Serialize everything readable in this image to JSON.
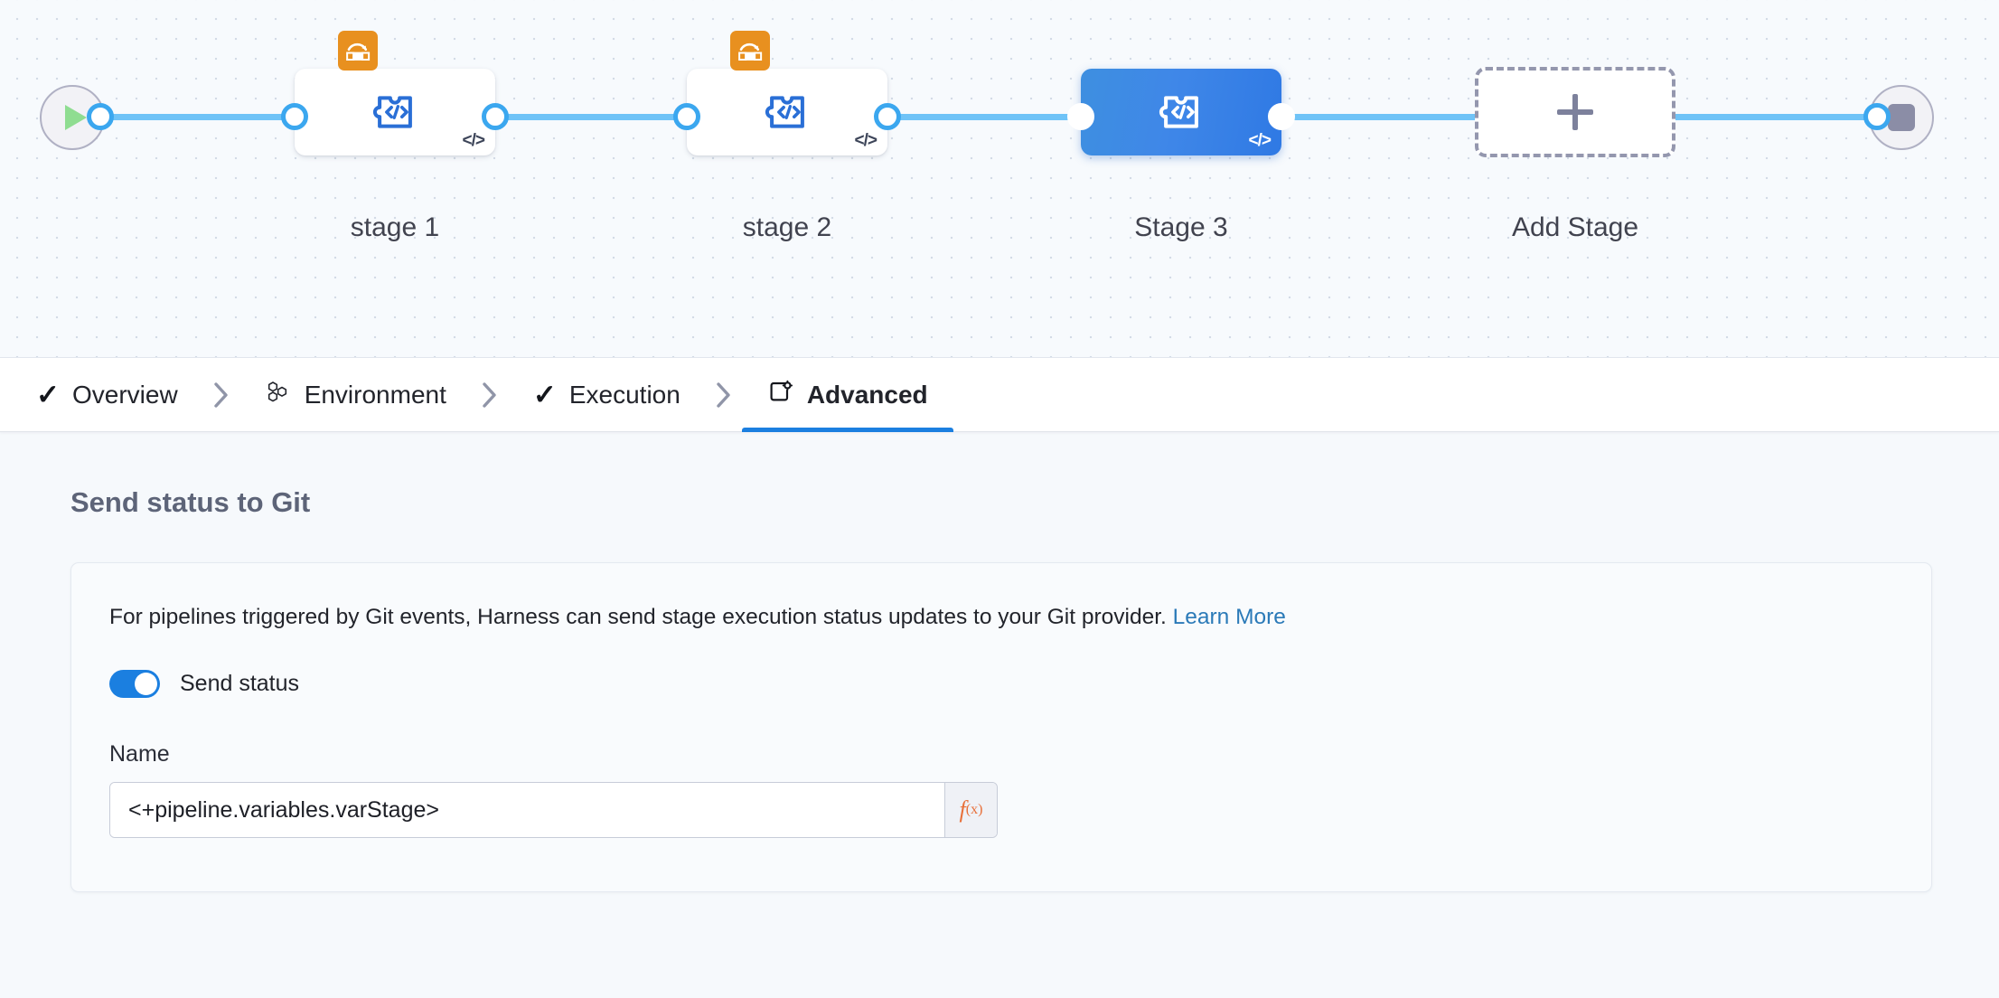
{
  "pipeline": {
    "start_node": {
      "name": "start-node",
      "icon": "play-icon"
    },
    "end_node": {
      "name": "end-node",
      "icon": "stop-icon"
    },
    "stages": [
      {
        "label": "stage 1",
        "type_icon": "custom-stage-icon",
        "corner_icon": "code-icon",
        "badge_icon": "conditional-execution-icon",
        "selected": false
      },
      {
        "label": "stage 2",
        "type_icon": "custom-stage-icon",
        "corner_icon": "code-icon",
        "badge_icon": "conditional-execution-icon",
        "selected": false
      },
      {
        "label": "Stage 3",
        "type_icon": "custom-stage-icon",
        "corner_icon": "code-icon",
        "badge_icon": null,
        "selected": true
      }
    ],
    "add_stage": {
      "label": "Add Stage",
      "icon": "plus-icon"
    },
    "colors": {
      "connector": "#6fc3f7",
      "selected_stage": "#3f87e8",
      "badge_orange": "#e8901f",
      "stage_icon_blue": "#2a6fd6"
    }
  },
  "tabs": [
    {
      "label": "Overview",
      "icon": "check-icon",
      "active": false
    },
    {
      "label": "Environment",
      "icon": "hexagons-icon",
      "active": false
    },
    {
      "label": "Execution",
      "icon": "check-icon",
      "active": false
    },
    {
      "label": "Advanced",
      "icon": "document-gear-icon",
      "active": true
    }
  ],
  "main": {
    "section_title": "Send status to Git",
    "description_text": "For pipelines triggered by Git events, Harness can send stage execution status updates to your Git provider.",
    "learn_more_label": "Learn More",
    "toggle": {
      "label": "Send status",
      "on": true
    },
    "name_field": {
      "label": "Name",
      "value": "<+pipeline.variables.varStage>",
      "placeholder": "",
      "fx_label": "f",
      "fx_sub": "(x)"
    }
  }
}
